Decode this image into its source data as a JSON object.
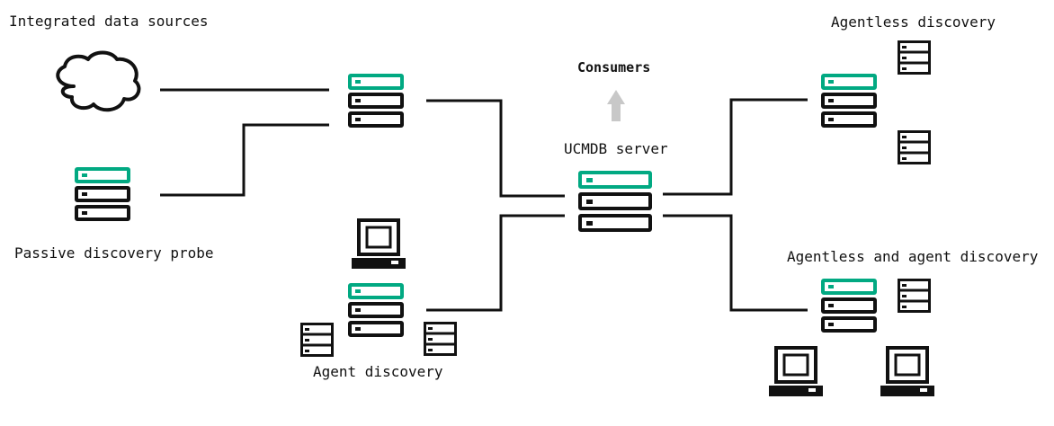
{
  "labels": {
    "integrated_sources": "Integrated data sources",
    "passive_probe": "Passive discovery probe",
    "consumers": "Consumers",
    "ucmdb_server": "UCMDB server",
    "agentless": "Agentless discovery",
    "agentless_and_agent": "Agentless and agent discovery",
    "agent": "Agent discovery"
  },
  "colors": {
    "accent": "#01a982",
    "line": "#111111",
    "arrow": "#c8c8c8"
  },
  "icons": [
    "cloud-icon",
    "server-rack-icon",
    "server-stack-icon",
    "computer-icon",
    "arrow-up-icon"
  ]
}
